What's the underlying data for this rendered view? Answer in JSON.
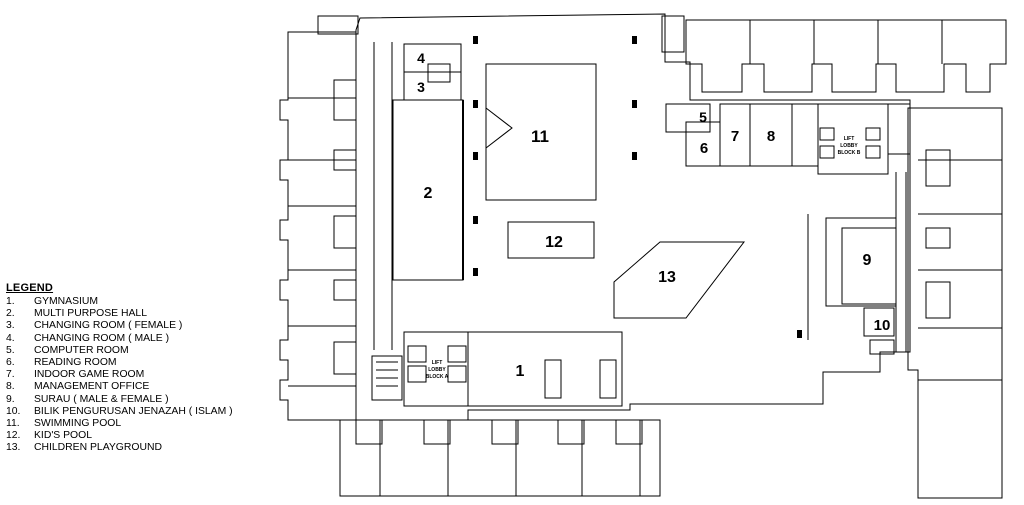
{
  "plan": {
    "room_numbers": [
      "1",
      "2",
      "3",
      "4",
      "5",
      "6",
      "7",
      "8",
      "9",
      "10",
      "11",
      "12",
      "13"
    ],
    "lift_lobby_labels": [
      [
        "LIFT",
        "LOBBY",
        "BLOCK A"
      ],
      [
        "LIFT",
        "LOBBY",
        "BLOCK B"
      ]
    ]
  },
  "legend": {
    "title": "LEGEND",
    "items": [
      {
        "num": "1.",
        "label": "GYMNASIUM"
      },
      {
        "num": "2.",
        "label": "MULTI PURPOSE HALL"
      },
      {
        "num": "3.",
        "label": "CHANGING ROOM ( FEMALE )"
      },
      {
        "num": "4.",
        "label": "CHANGING ROOM ( MALE )"
      },
      {
        "num": "5.",
        "label": "COMPUTER ROOM"
      },
      {
        "num": "6.",
        "label": "READING ROOM"
      },
      {
        "num": "7.",
        "label": "INDOOR GAME ROOM"
      },
      {
        "num": "8.",
        "label": "MANAGEMENT OFFICE"
      },
      {
        "num": "9.",
        "label": "SURAU ( MALE & FEMALE )"
      },
      {
        "num": "10.",
        "label": "BILIK PENGURUSAN JENAZAH ( ISLAM )"
      },
      {
        "num": "11.",
        "label": "SWIMMING POOL"
      },
      {
        "num": "12.",
        "label": "KID'S POOL"
      },
      {
        "num": "13.",
        "label": "CHILDREN PLAYGROUND"
      }
    ]
  }
}
